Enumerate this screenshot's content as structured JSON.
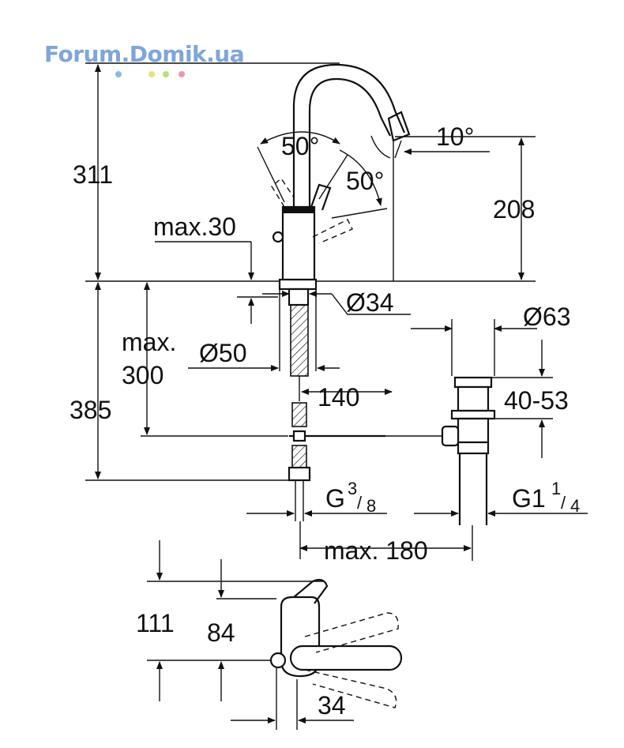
{
  "watermark": {
    "text": "Forum.Domik.ua",
    "dot_colors": [
      "#8db8e8",
      "#e8e07a",
      "#b9df7d",
      "#ee9aa8"
    ]
  },
  "dimensions": {
    "height_total": "311",
    "spout_height": "208",
    "lever_angle_a": "50°",
    "lever_angle_b": "50°",
    "spout_angle": "10°",
    "max_deck": "max.30",
    "dia_hole": "Ø34",
    "dia_base": "Ø50",
    "reach": "140",
    "below_max_line1": "max.",
    "below_max_line2": "300",
    "below_total": "385",
    "dia_waste": "Ø63",
    "waste_range": "40-53",
    "thread_left": "G",
    "thread_left_num": "3",
    "thread_left_den": "8",
    "thread_right": "G1",
    "thread_right_num": "1",
    "thread_right_den": "4",
    "max_waste": "max. 180",
    "top_view_a": "111",
    "top_view_b": "84",
    "top_view_c": "34"
  }
}
